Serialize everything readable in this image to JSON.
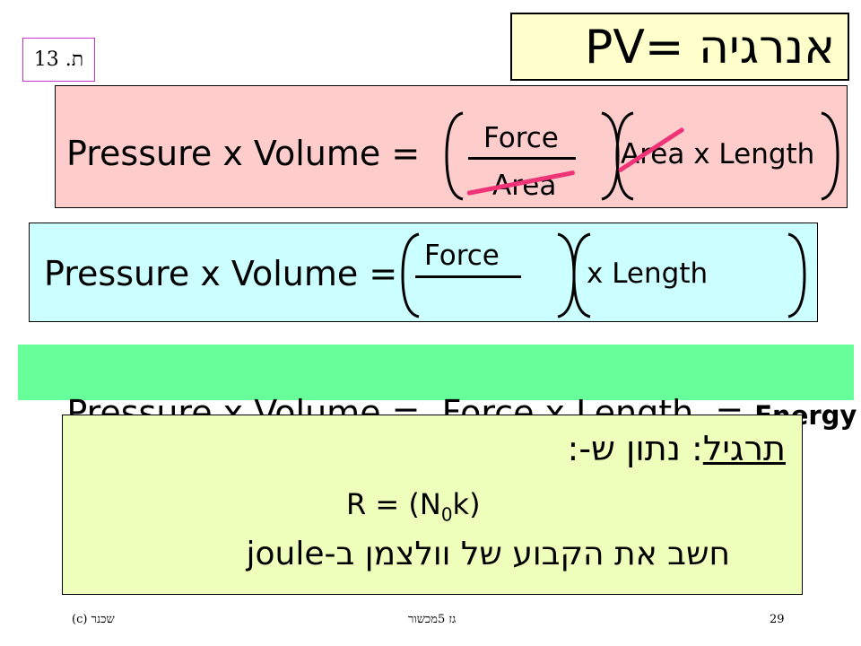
{
  "title": {
    "text": "PV= אנרגיה"
  },
  "slide_tag": "ת. 13",
  "row1": {
    "lhs": "Pressure x Volume =",
    "numerator": "Force",
    "denominator": "Area",
    "second": "Area x Length"
  },
  "row2": {
    "lhs": "Pressure x Volume =",
    "numerator": "Force",
    "second": "x Length"
  },
  "row3": {
    "text": "Pressure x Volume =  Force x Length  = ",
    "energy": "Energy"
  },
  "exercise": {
    "label": "תרגיל",
    "after_label": ": נתון  ש-:",
    "formula_r": "R = (N",
    "formula_sub": "0",
    "formula_end": "k)",
    "question": "חשב את הקבוע של וולצמן ב-joule"
  },
  "footer": {
    "page": "29",
    "course": "גז 5מכשור",
    "author": "שכנר  (c)"
  },
  "colors": {
    "title_bg": "#ffffcc",
    "row1_bg": "#ffcccc",
    "row2_bg": "#ccffff",
    "row3_bg": "#66ff99",
    "exercise_bg": "#eeffbb",
    "strike": "#ee3377"
  }
}
